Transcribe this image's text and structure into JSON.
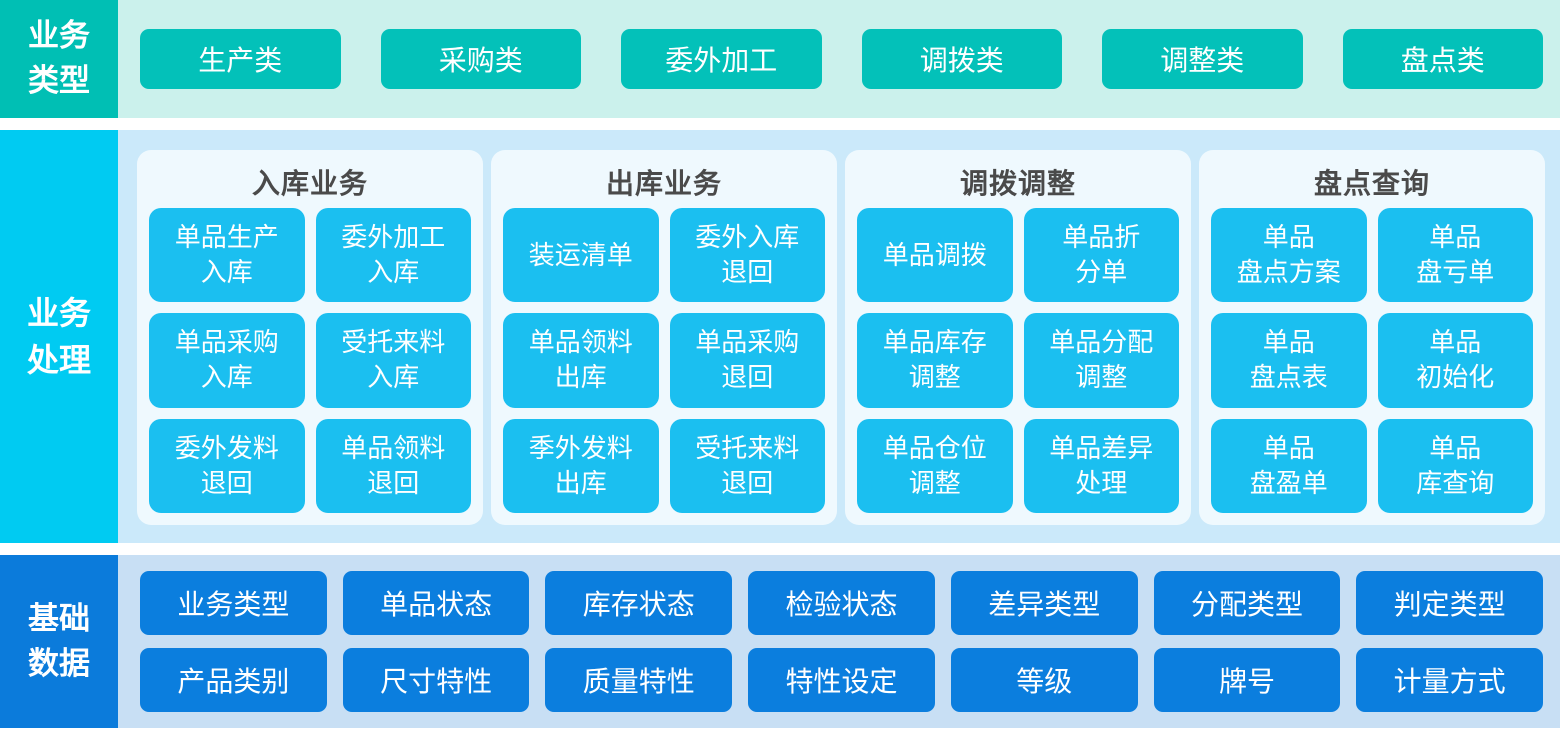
{
  "bands": {
    "business_type": {
      "label": "业务\n类型",
      "items": [
        "生产类",
        "采购类",
        "委外加工",
        "调拨类",
        "调整类",
        "盘点类"
      ]
    },
    "business_process": {
      "label": "业务\n处理",
      "groups": [
        {
          "title": "入库业务",
          "items": [
            "单品生产\n入库",
            "委外加工\n入库",
            "单品采购\n入库",
            "受托来料\n入库",
            "委外发料\n退回",
            "单品领料\n退回"
          ]
        },
        {
          "title": "出库业务",
          "items": [
            "装运清单",
            "委外入库\n退回",
            "单品领料\n出库",
            "单品采购\n退回",
            "季外发料\n出库",
            "受托来料\n退回"
          ]
        },
        {
          "title": "调拨调整",
          "items": [
            "单品调拨",
            "单品折\n分单",
            "单品库存\n调整",
            "单品分配\n调整",
            "单品仓位\n调整",
            "单品差异\n处理"
          ]
        },
        {
          "title": "盘点查询",
          "items": [
            "单品\n盘点方案",
            "单品\n盘亏单",
            "单品\n盘点表",
            "单品\n初始化",
            "单品\n盘盈单",
            "单品\n库查询"
          ]
        }
      ]
    },
    "base_data": {
      "label": "基础\n数据",
      "rows": [
        [
          "业务类型",
          "单品状态",
          "库存状态",
          "检验状态",
          "差异类型",
          "分配类型",
          "判定类型"
        ],
        [
          "产品类别",
          "尺寸特性",
          "质量特性",
          "特性设定",
          "等级",
          "牌号",
          "计量方式"
        ]
      ]
    }
  },
  "colors": {
    "band1_label": "#00BFB4",
    "band1_bg": "#CBF1EC",
    "band1_pill": "#03C1B9",
    "band2_label": "#00CBF2",
    "band2_bg": "#CBE9FA",
    "band2_card": "#EFF9FE",
    "band2_pill": "#1BBFF0",
    "band2_title_text": "#4A4A4A",
    "band3_label": "#0B7BDB",
    "band3_bg": "#C8DFF4",
    "band3_pill": "#0B7EDE",
    "pill_text": "#FFFFFF"
  }
}
